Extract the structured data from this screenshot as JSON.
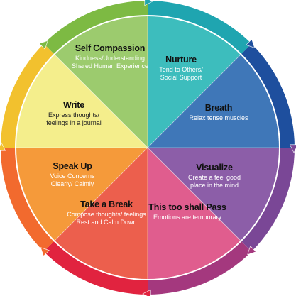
{
  "segments": [
    {
      "id": "self-compassion",
      "title": "Self Compassion",
      "lines": [
        "Kindness/Understanding",
        "Shared Human Experience"
      ],
      "color": "#9CCB6E",
      "ring": "#7DBA43",
      "dark": false
    },
    {
      "id": "nurture",
      "title": "Nurture",
      "lines": [
        "Tend to Others/",
        "Social Support"
      ],
      "color": "#3DBDBD",
      "ring": "#1FA5B0",
      "dark": false
    },
    {
      "id": "breath",
      "title": "Breath",
      "lines": [
        "Relax tense muscles"
      ],
      "color": "#3F77B8",
      "ring": "#1E4F9E",
      "dark": false
    },
    {
      "id": "visualize",
      "title": "Visualize",
      "lines": [
        "Create a feel good",
        "place in the mind"
      ],
      "color": "#8C5EA8",
      "ring": "#7A4796",
      "dark": false
    },
    {
      "id": "this-too-shall-pass",
      "title": "This too shall Pass",
      "lines": [
        "Emotions are temporary"
      ],
      "color": "#E05D8E",
      "ring": "#A4387E",
      "dark": false
    },
    {
      "id": "take-a-break",
      "title": "Take a Break",
      "lines": [
        "Compose thoughts/ feelings",
        "Rest and Calm Down"
      ],
      "color": "#EC5F4D",
      "ring": "#E1233F",
      "dark": false
    },
    {
      "id": "speak-up",
      "title": "Speak Up",
      "lines": [
        "Voice Concerns",
        "Clearly/ Calmly"
      ],
      "color": "#F59A3A",
      "ring": "#F26A2E",
      "dark": false
    },
    {
      "id": "write",
      "title": "Write",
      "lines": [
        "Express thoughts/",
        "feelings in a journal"
      ],
      "color": "#F4EE8C",
      "ring": "#F2C12E",
      "dark": true
    }
  ]
}
